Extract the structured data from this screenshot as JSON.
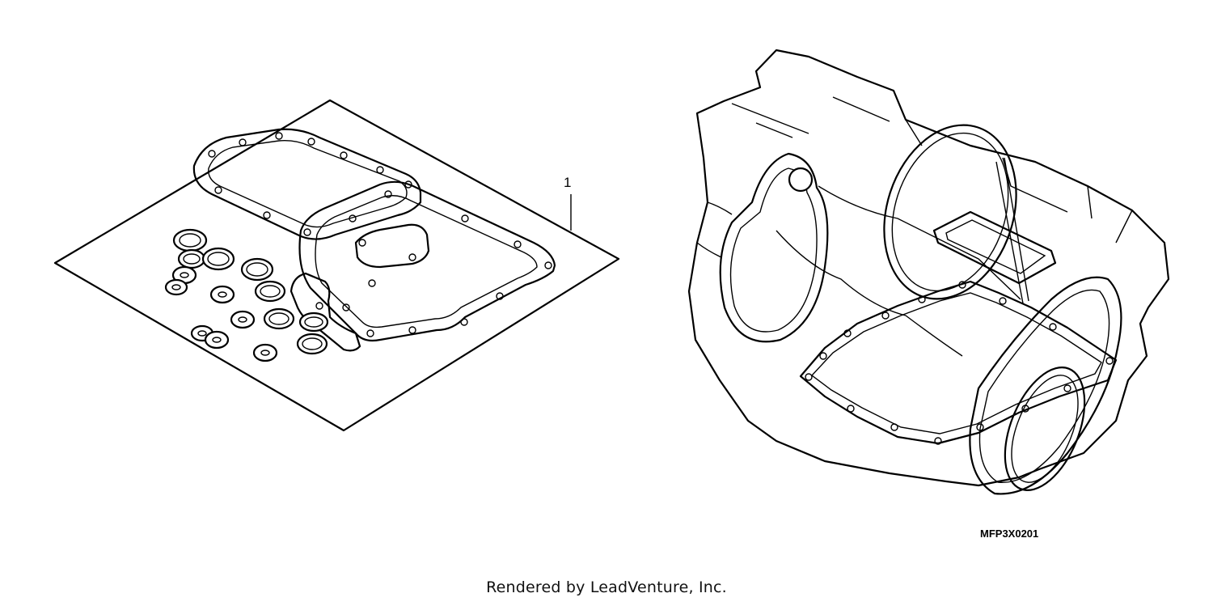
{
  "diagram": {
    "callouts": [
      {
        "label": "1"
      }
    ],
    "diagram_code": "MFP3X0201",
    "credit": "Rendered by LeadVenture, Inc."
  }
}
